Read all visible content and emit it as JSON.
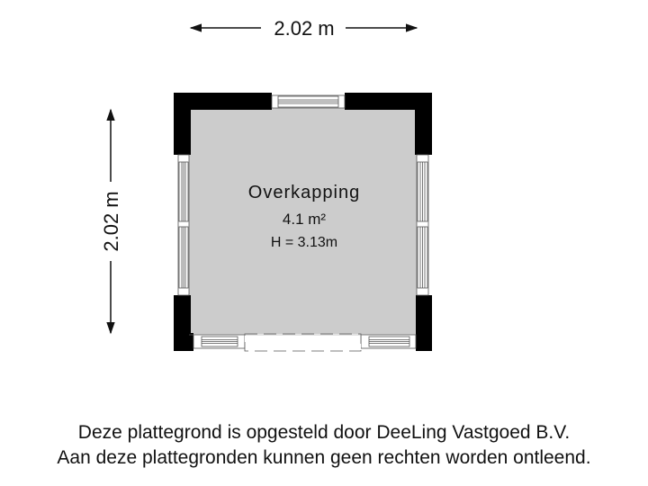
{
  "plan": {
    "room": {
      "name": "Overkapping",
      "area": "4.1 m²",
      "height": "H = 3.13m"
    },
    "dimensions": {
      "width": "2.02 m",
      "depth": "2.02 m"
    },
    "colors": {
      "floor": "#cccccc",
      "wall": "#000000",
      "window_frame": "#555555",
      "background": "#ffffff"
    }
  },
  "footer": {
    "line1": "Deze plattegrond is opgesteld door DeeLing Vastgoed B.V.",
    "line2": "Aan deze plattegronden kunnen geen rechten worden ontleend."
  }
}
